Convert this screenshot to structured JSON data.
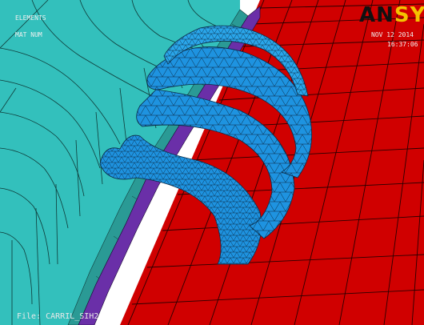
{
  "annotations": {
    "top_left_line1": "ELEMENTS",
    "top_left_line2": "MAT  NUM",
    "date": "NOV 12 2014",
    "time": "16:37:06",
    "file_label": "File: CARRIL_SIH2"
  },
  "logo": {
    "part1": "AN",
    "part2": "SYS"
  },
  "colors": {
    "material_1": "#33c0bc",
    "material_2": "#d00000",
    "material_3": "#1e93e0",
    "material_4": "#6a2fa8",
    "material_5": "#2a9a95",
    "mesh_line": "#000000",
    "annotation_text": "#f0f0f0",
    "logo_dark": "#111111",
    "logo_accent": "#f4c300"
  }
}
